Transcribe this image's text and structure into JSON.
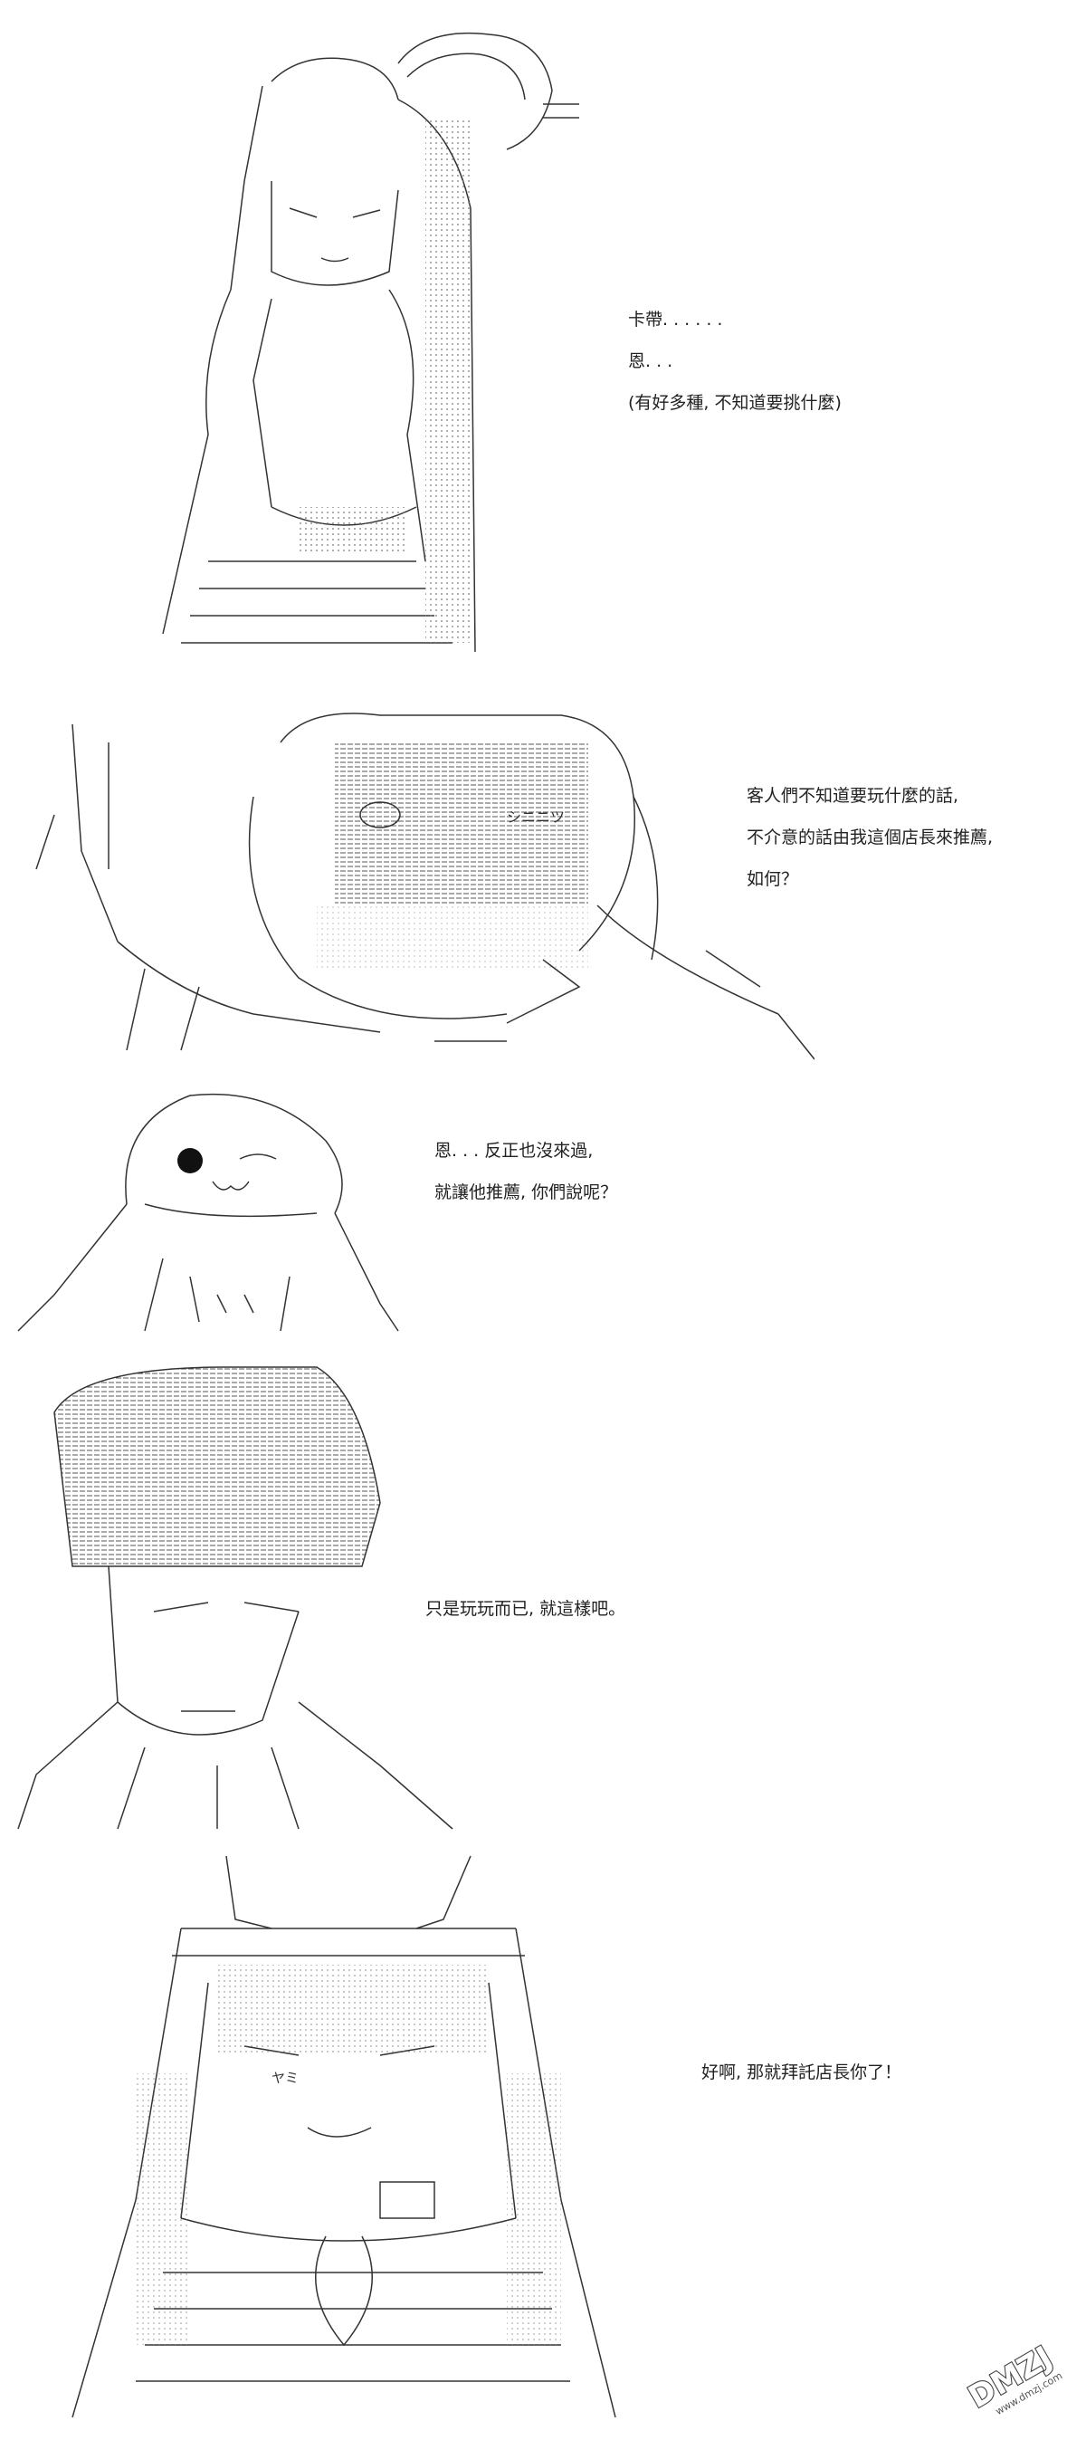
{
  "panels": [
    {
      "lines": [
        "卡帶. . . . . .",
        "恩. . .",
        "(有好多種, 不知道要挑什麼)"
      ]
    },
    {
      "lines": [
        "客人們不知道要玩什麼的話,",
        "不介意的話由我這個店長來推薦,",
        "如何？"
      ],
      "art_text": "シニニツ"
    },
    {
      "lines": [
        "恩. . . 反正也沒來過,",
        "就讓他推薦, 你們說呢？"
      ]
    },
    {
      "lines": [
        "只是玩玩而已, 就這樣吧。"
      ]
    },
    {
      "lines": [
        "好啊, 那就拜託店長你了！"
      ],
      "art_text": "ヤミ"
    }
  ],
  "watermark": {
    "text": "DMZJ",
    "sub": "www.dmzj.com"
  }
}
